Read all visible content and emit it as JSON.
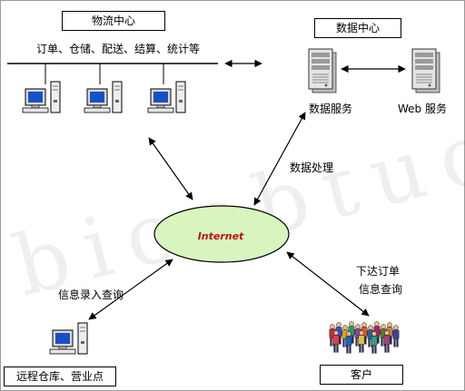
{
  "logistics_center": {
    "title": "物流中心",
    "functions": "订单、仓储、配送、结算、统计等"
  },
  "data_center": {
    "title": "数据中心",
    "data_server": "数据服务",
    "web_server": "Web 服务"
  },
  "internet": {
    "label": "Internet",
    "fill": "#d8f5c0"
  },
  "links": {
    "data_processing": "数据处理",
    "info_entry_query": "信息录入查询",
    "order_submit": "下达订单",
    "info_query": "信息查询"
  },
  "remote_site": {
    "title": "远程仓库、营业点"
  },
  "customer": {
    "title": "客户"
  },
  "watermark": "bioobtuo"
}
